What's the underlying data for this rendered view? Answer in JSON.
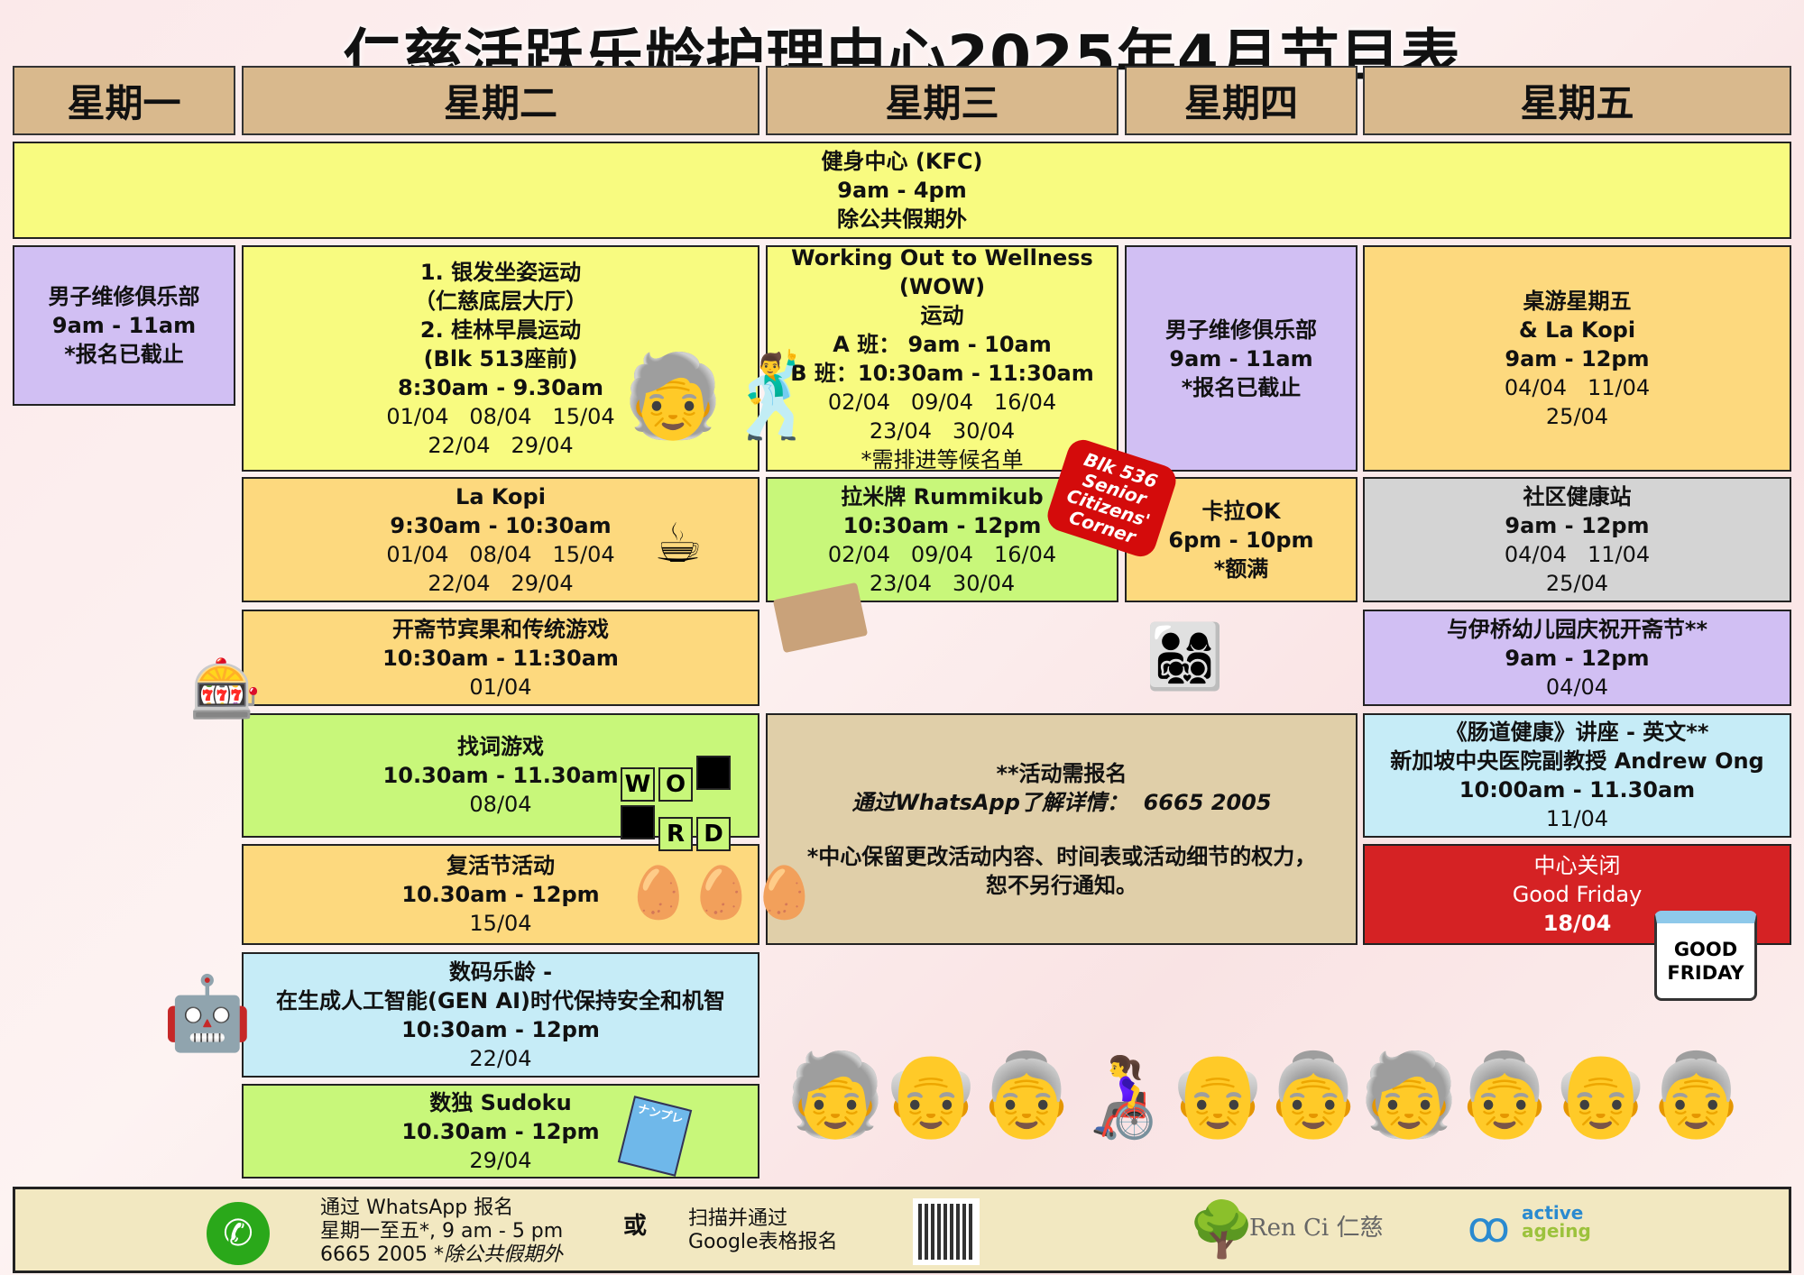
{
  "title": "仁慈活跃乐龄护理中心2025年4月节目表",
  "days": [
    "星期一",
    "星期二",
    "星期三",
    "星期四",
    "星期五"
  ],
  "kfc": {
    "name": "健身中心 (KFC)",
    "time": "9am - 4pm",
    "note": "除公共假期外"
  },
  "mon": {
    "name": "男子维修俱乐部",
    "time": "9am - 11am",
    "note": "*报名已截止"
  },
  "tue1": {
    "l1": "1. 银发坐姿运动",
    "l2": "（仁慈底层大厅）",
    "l3": "2. 桂林早晨运动",
    "l4": "(Blk 513座前)",
    "time": "8:30am - 9.30am",
    "d1": "01/04   08/04   15/04",
    "d2": "22/04   29/04"
  },
  "wed1": {
    "l1": "Working Out to Wellness (WOW)",
    "l2": "运动",
    "a": "A 班：  9am - 10am",
    "b": "B 班：10:30am - 11:30am",
    "d1": "02/04   09/04   16/04",
    "d2": "23/04   30/04",
    "note": "*需排进等候名单"
  },
  "thu1": {
    "name": "男子维修俱乐部",
    "time": "9am - 11am",
    "note": "*报名已截止"
  },
  "fri1": {
    "l1": "桌游星期五",
    "l2": "& La Kopi",
    "time": "9am - 12pm",
    "d1": "04/04   11/04",
    "d2": "25/04"
  },
  "tue2": {
    "name": "La Kopi",
    "time": "9:30am - 10:30am",
    "d1": "01/04   08/04   15/04",
    "d2": "22/04   29/04"
  },
  "wed2": {
    "name": "拉米牌 Rummikub",
    "time": "10:30am - 12pm",
    "d1": "02/04   09/04   16/04",
    "d2": "23/04   30/04"
  },
  "tag": [
    "Blk 536",
    "Senior",
    "Citizens'",
    "Corner"
  ],
  "thu2": {
    "name": "卡拉OK",
    "time": "6pm - 10pm",
    "note": "*额满"
  },
  "fri2": {
    "name": "社区健康站",
    "time": "9am - 12pm",
    "d1": "04/04   11/04",
    "d2": "25/04"
  },
  "tue3": {
    "name": "开斋节宾果和传统游戏",
    "time": "10:30am - 11:30am",
    "d": "01/04"
  },
  "fri3": {
    "name": "与伊桥幼儿园庆祝开斋节**",
    "time": "9am - 12pm",
    "d": "04/04"
  },
  "tue4": {
    "name": "找词游戏",
    "time": "10.30am - 11.30am",
    "d": "08/04",
    "grid": [
      "W",
      "O",
      "",
      "",
      "R",
      "D"
    ]
  },
  "wed3": {
    "l1": "**活动需报名",
    "l2": "通过WhatsApp了解详情：  6665 2005",
    "l3": "*中心保留更改活动内容、时间表或活动细节的权力，",
    "l4": "恕不另行通知。"
  },
  "fri4": {
    "l1": "《肠道健康》讲座 - 英文**",
    "l2": "新加坡中央医院副教授 Andrew Ong",
    "time": "10:00am - 11.30am",
    "d": "11/04"
  },
  "tue5": {
    "name": "复活节活动",
    "time": "10.30am - 12pm",
    "d": "15/04"
  },
  "fri5": {
    "l1": "中心关闭",
    "l2": "Good Friday",
    "d": "18/04",
    "badge1": "GOOD",
    "badge2": "FRIDAY"
  },
  "tue6": {
    "l1": "数码乐龄 -",
    "l2": "在生成人工智能(GEN AI)时代保持安全和机智",
    "time": "10:30am - 12pm",
    "d": "22/04"
  },
  "tue7": {
    "name": "数独 Sudoku",
    "time": "10.30am - 12pm",
    "d": "29/04",
    "sticker": "ナンプレ"
  },
  "footer": {
    "w1": "通过 WhatsApp 报名",
    "w2": "星期一至五*, 9 am - 5 pm",
    "w3": "6665 2005",
    "w3b": "*除公共假期外",
    "or": "或",
    "g1": "扫描并通过",
    "g2": "Google表格报名",
    "renci": "Ren Ci 仁慈",
    "aa1": "active",
    "aa2": "ageing"
  },
  "colors": {
    "yellow": "#f8fb80",
    "orange": "#fdd97e",
    "purple": "#d1bff3",
    "green": "#c8f77a",
    "blue": "#c6ecf7",
    "grey": "#d4d4d4",
    "red": "#d52224",
    "header": "#d9b98d"
  }
}
